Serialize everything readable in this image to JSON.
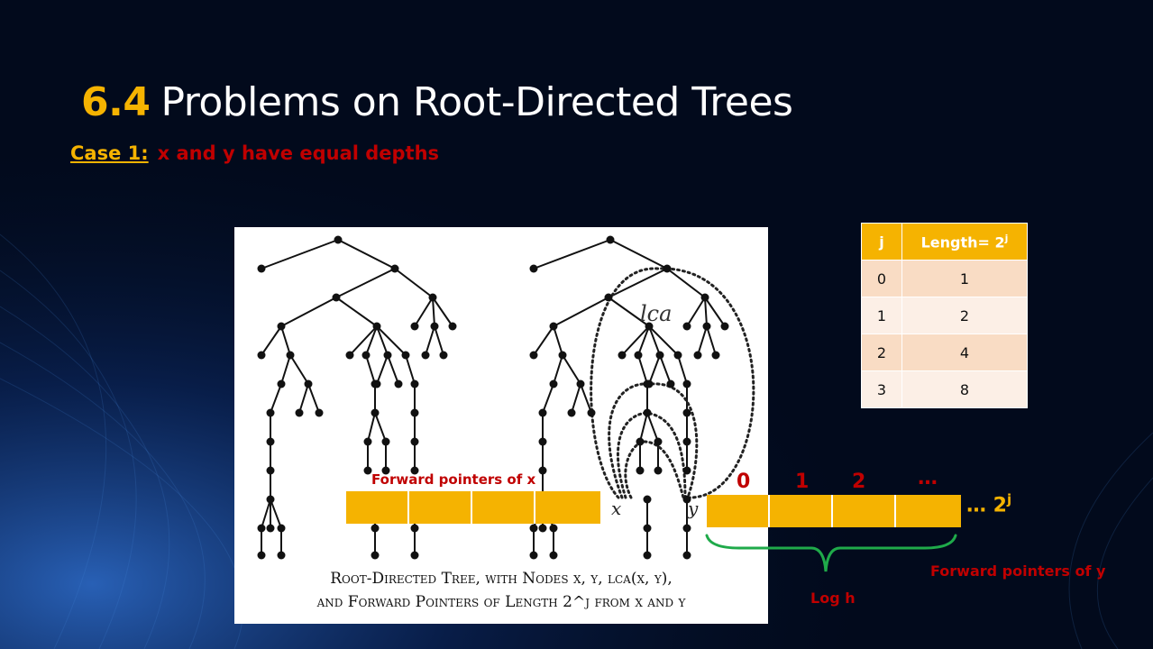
{
  "slide": {
    "title_number": "6.4",
    "title_text": "Problems on Root-Directed Trees",
    "case_label": "Case 1:",
    "case_text": "x and y have equal depths"
  },
  "figure": {
    "caption_line1": "Root-Directed Tree, with Nodes x, y, lca(x, y),",
    "caption_line2": "and Forward Pointers of Length 2^j from x and y",
    "lca_label": "lca",
    "x_label": "x",
    "y_label": "y"
  },
  "pointers": {
    "x_label": "Forward pointers of x",
    "y_label": "Forward pointers of y",
    "indices": [
      "0",
      "1",
      "2",
      "…"
    ],
    "tail_text": "… 2",
    "tail_sup": "j",
    "brace_label": "Log h",
    "color": "#f5b301"
  },
  "table": {
    "headers": [
      "j",
      "Length= 2"
    ],
    "header_sup": "j",
    "rows": [
      [
        "0",
        "1"
      ],
      [
        "1",
        "2"
      ],
      [
        "2",
        "4"
      ],
      [
        "3",
        "8"
      ]
    ]
  },
  "colors": {
    "accent": "#f5b301",
    "red": "#c00000",
    "green": "#1faa4a",
    "background": "#020a1c"
  }
}
